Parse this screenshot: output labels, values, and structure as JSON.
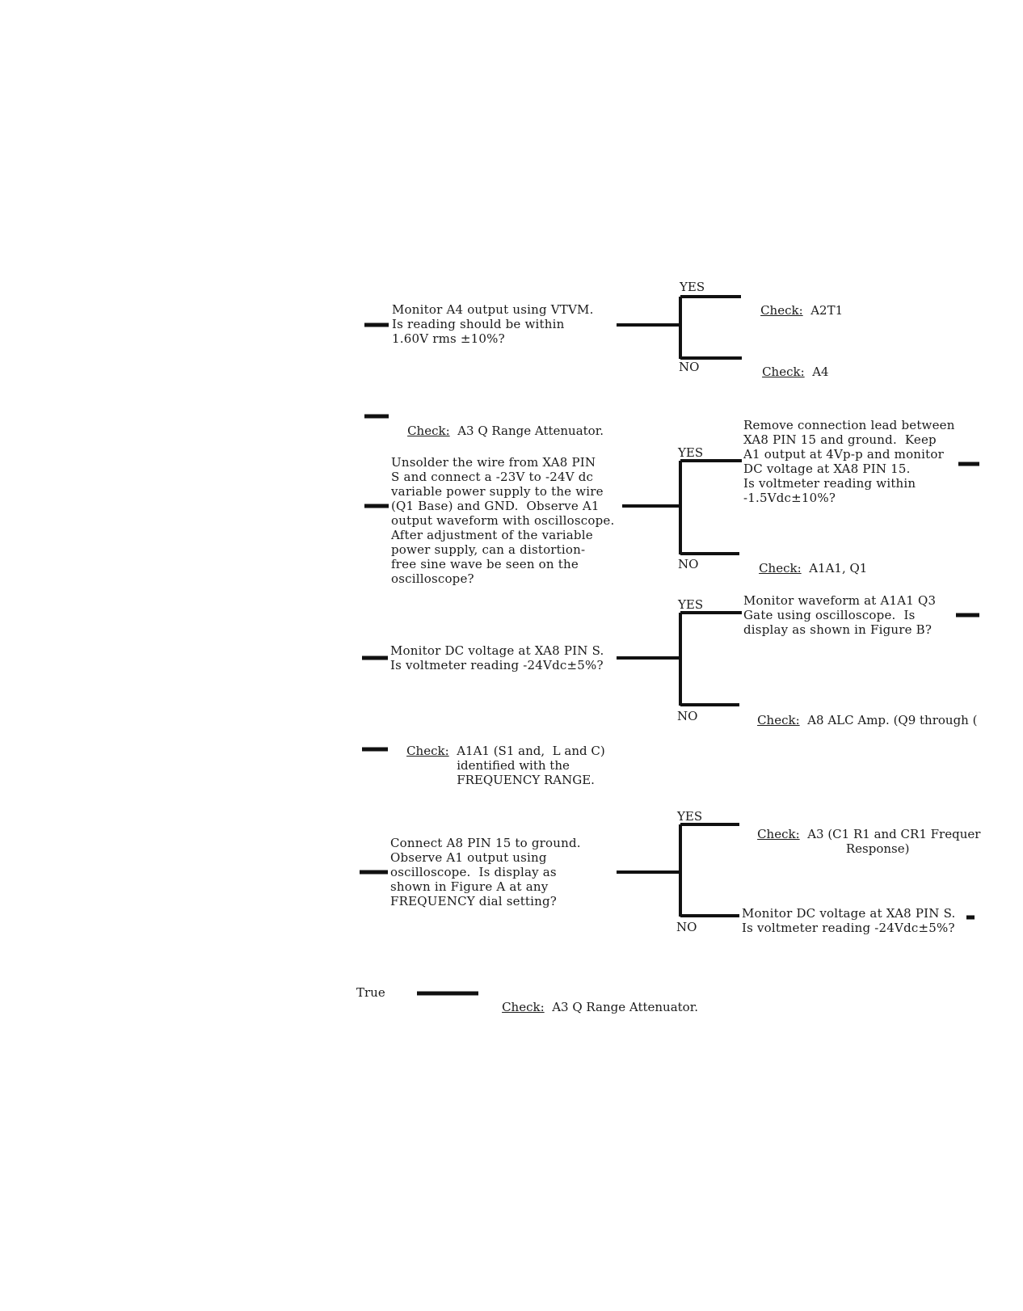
{
  "blocks": {
    "b1_q": "Monitor A4 output using VTVM.\nIs reading should be within\n1.60V rms ±10%?",
    "b1_yes": "YES",
    "b1_no": "NO",
    "b1_yes_check": "Check:",
    "b1_yes_item": "A2T1",
    "b1_no_check": "Check:",
    "b1_no_item": "A4",
    "b2_check": "Check:",
    "b2_item": "A3 Q Range Attenuator.",
    "b3_q": "Unsolder the wire from XA8 PIN\nS and connect a -23V to -24V dc\nvariable power supply to the wire\n(Q1 Base) and GND.  Observe A1\noutput waveform with oscilloscope.\nAfter adjustment of the variable\npower supply, can a distortion-\nfree sine wave be seen on the\noscilloscope?",
    "b3_yes": "YES",
    "b3_no": "NO",
    "b3_yes_text": "Remove connection lead between\nXA8 PIN 15 and ground.  Keep\nA1 output at 4Vp-p and monitor\nDC voltage at XA8 PIN 15.\nIs voltmeter reading within\n-1.5Vdc±10%?",
    "b3_no_check": "Check:",
    "b3_no_item": "A1A1, Q1",
    "b4_q": "Monitor DC voltage at XA8 PIN S.\nIs voltmeter reading -24Vdc±5%?",
    "b4_yes": "YES",
    "b4_no": "NO",
    "b4_yes_text": "Monitor waveform at A1A1 Q3\nGate using oscilloscope.  Is\ndisplay as shown in Figure B?",
    "b4_no_check": "Check:",
    "b4_no_item": "A8 ALC Amp. (Q9 through (",
    "b5_check": "Check:",
    "b5_item": "A1A1 (S1 and,  L and C)\nidentified with the\nFREQUENCY RANGE.",
    "b6_q": "Connect A8 PIN 15 to ground.\nObserve A1 output using\noscilloscope.  Is display as\nshown in Figure A at any\nFREQUENCY dial setting?",
    "b6_yes": "YES",
    "b6_no": "NO",
    "b6_yes_check": "Check:",
    "b6_yes_item": "A3 (C1 R1 and CR1 Frequer\n          Response)",
    "b6_no_text": "Monitor DC voltage at XA8 PIN S.\nIs voltmeter reading -24Vdc±5%?",
    "b7_label": "True",
    "b7_check": "Check:",
    "b7_item": "A3 Q Range Attenuator."
  }
}
